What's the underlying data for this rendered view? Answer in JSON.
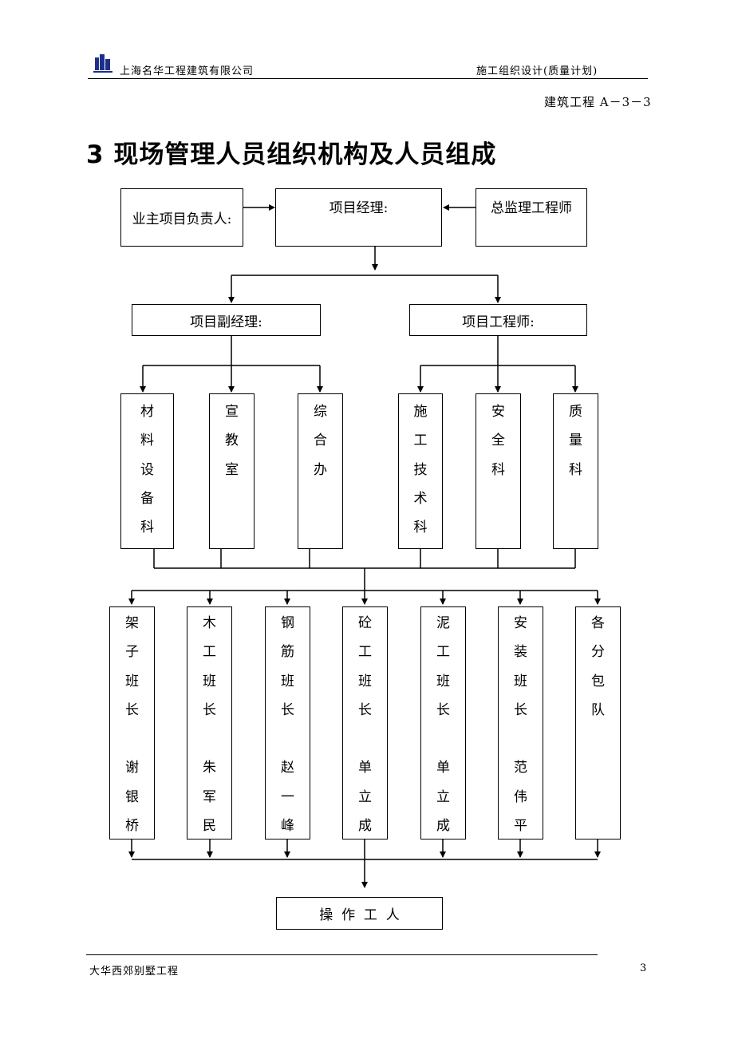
{
  "header": {
    "company": "上海名华工程建筑有限公司",
    "doc_title": "施工组织设计(质量计划)",
    "doc_code": "建筑工程 A－3－3"
  },
  "title": "3  现场管理人员组织机构及人员组成",
  "org": {
    "owner": "业主项目负责人:",
    "pm": "项目经理:",
    "supervisor": "总监理工程师",
    "deputy_pm": "项目副经理:",
    "project_engineer": "项目工程师:",
    "departments": [
      "材\n料\n设\n备\n科",
      "宣\n教\n室",
      "综\n合\n办",
      "施\n工\n技\n术\n科",
      "安\n全\n科",
      "质\n量\n科"
    ],
    "teams": [
      "架\n子\n班\n长\n\n谢\n银\n桥",
      "木\n工\n班\n长\n\n朱\n军\n民",
      "钢\n筋\n班\n长\n\n赵\n一\n峰",
      "砼\n工\n班\n长\n\n单\n立\n成",
      "泥\n工\n班\n长\n\n单\n立\n成",
      "安\n装\n班\n长\n\n范\n伟\n平",
      "各\n分\n包\n队"
    ],
    "workers": "操  作  工  人"
  },
  "footer": {
    "project": "大华西郊别墅工程",
    "page": "3"
  }
}
